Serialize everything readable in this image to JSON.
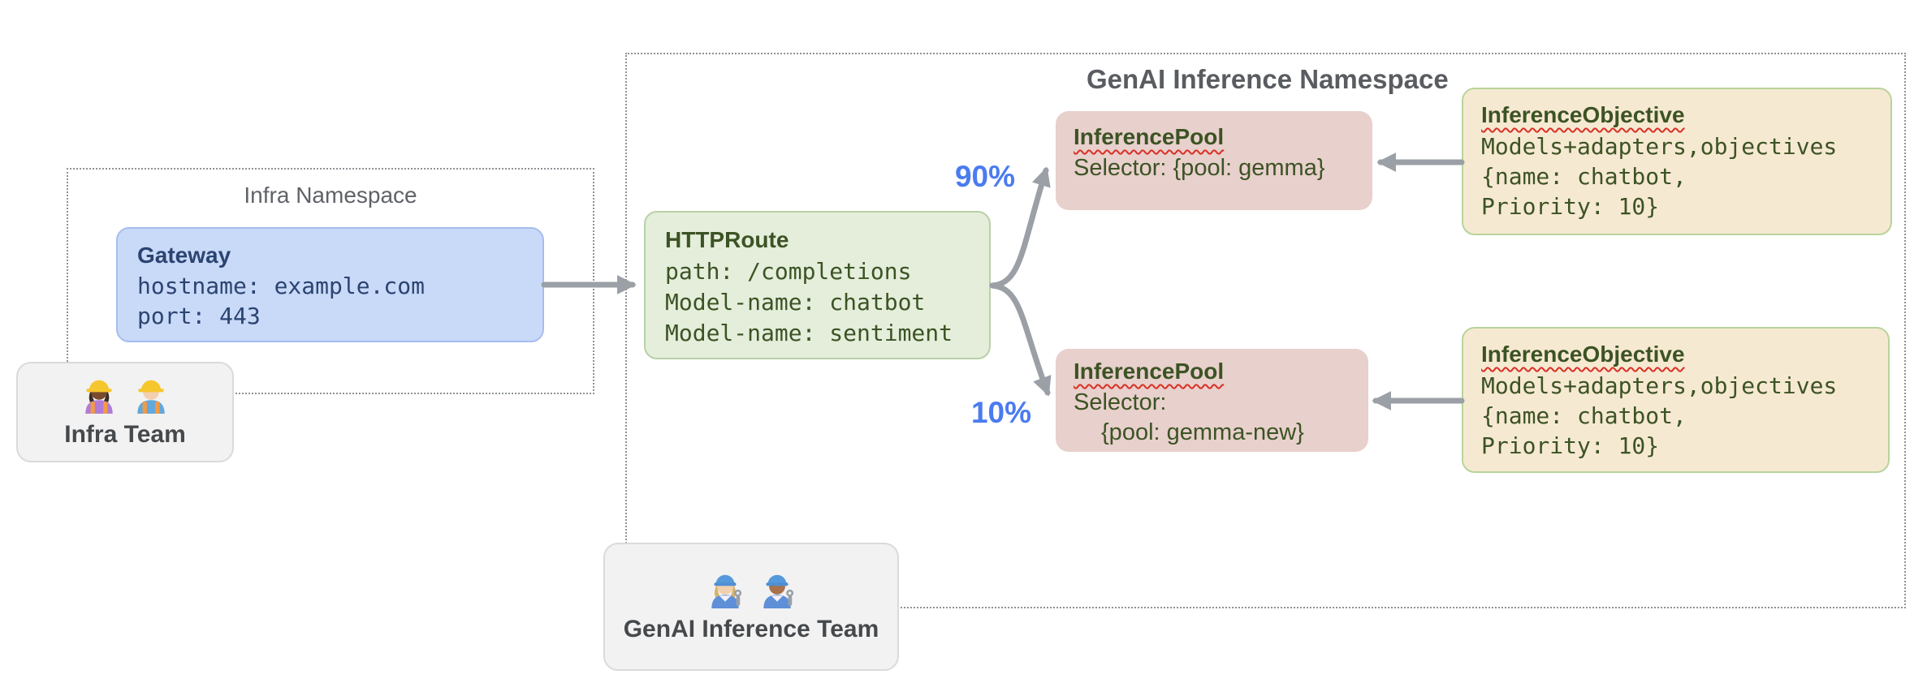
{
  "namespaces": {
    "infra": {
      "label": "Infra Namespace"
    },
    "genai": {
      "label": "GenAI Inference Namespace"
    }
  },
  "gateway": {
    "title": "Gateway",
    "lines": [
      "hostname: example.com",
      "port: 443"
    ]
  },
  "httproute": {
    "title": "HTTPRoute",
    "lines": [
      "path: /completions",
      "Model-name: chatbot",
      "Model-name: sentiment"
    ]
  },
  "pools": [
    {
      "title": "InferencePool",
      "lines": [
        "Selector: {pool: gemma}"
      ]
    },
    {
      "title": "InferencePool",
      "lines": [
        "Selector:",
        "{pool: gemma-new}"
      ]
    }
  ],
  "objectives": [
    {
      "title": "InferenceObjective",
      "lines": [
        "Models+adapters,objectives",
        "{name: chatbot,",
        "Priority: 10}"
      ]
    },
    {
      "title": "InferenceObjective",
      "lines": [
        "Models+adapters,objectives",
        "{name: chatbot,",
        "Priority: 10}"
      ]
    }
  ],
  "traffic": {
    "top_pct": "90%",
    "bottom_pct": "10%"
  },
  "teams": {
    "infra": {
      "label": "Infra Team",
      "icons": [
        "construction-worker-woman",
        "construction-worker-man"
      ]
    },
    "genai": {
      "label": "GenAI Inference Team",
      "icons": [
        "mechanic-woman",
        "mechanic-man"
      ]
    }
  },
  "colors": {
    "gateway_fill": "#c9daf8",
    "httproute_fill": "#e4eedb",
    "pool_fill": "#e8d0cc",
    "objective_fill": "#f6e9d2",
    "team_fill": "#f2f2f2",
    "text_blue": "#2b4471",
    "text_green": "#3c5324",
    "namespace_gray": "#5f6368",
    "percent_blue": "#4a7bf0",
    "arrow_gray": "#9aa0a6",
    "squiggle_red": "#d93025"
  }
}
